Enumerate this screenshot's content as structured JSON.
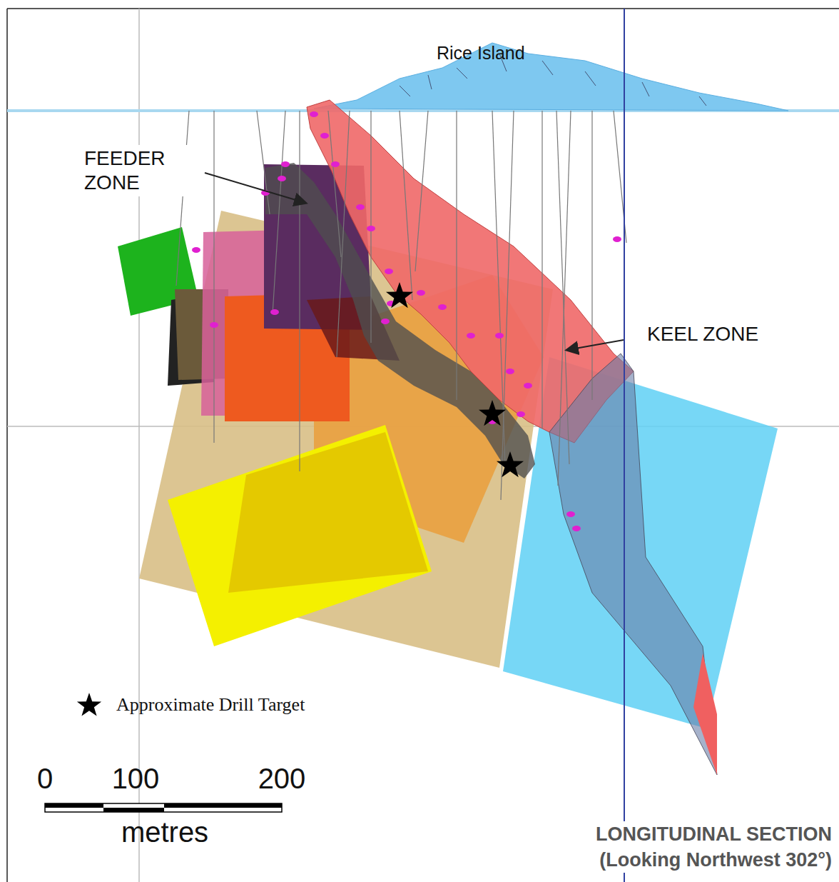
{
  "diagram": {
    "caption": "LONGITUDINAL SECTION (Looking Northwest 302°)",
    "labels": [
      "Rice Island",
      "FEEDER ZONE",
      "KEEL ZONE",
      "0",
      "100",
      "200",
      "metres"
    ],
    "legend": [
      {
        "text": "Approximate Drill Target"
      }
    ]
  }
}
